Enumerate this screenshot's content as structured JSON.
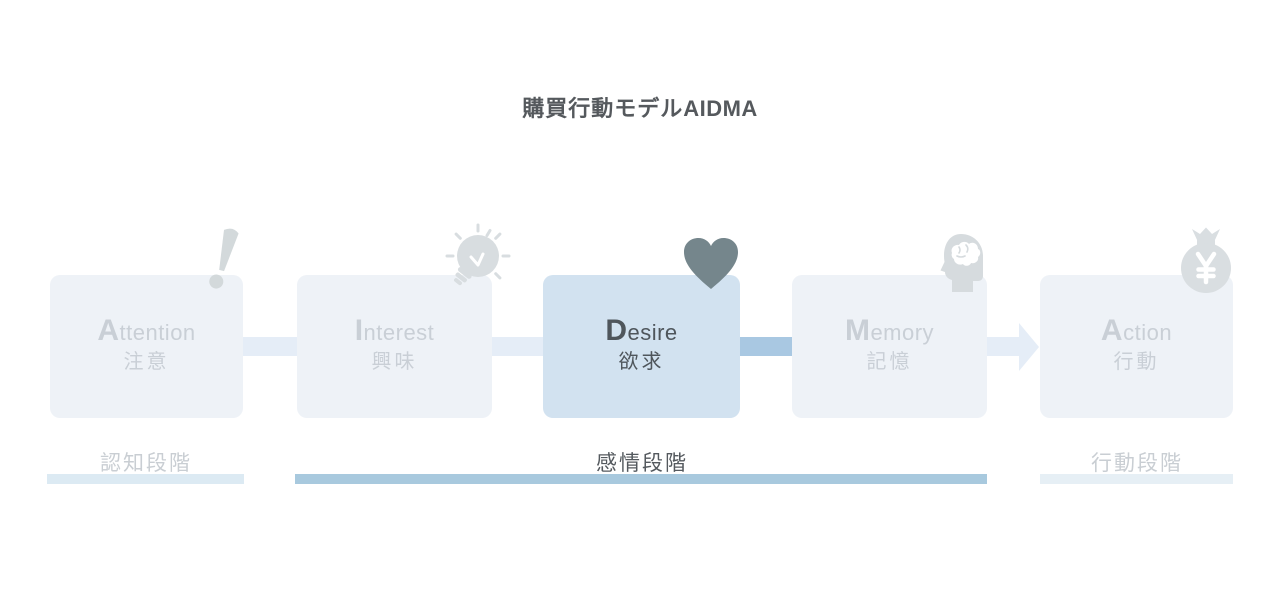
{
  "title": {
    "prefix": "購買行動モデル",
    "model": "AIDMA"
  },
  "stages": [
    {
      "id": "attention",
      "initial": "A",
      "rest": "ttention",
      "jp": "注意",
      "icon": "exclamation-icon",
      "active": false
    },
    {
      "id": "interest",
      "initial": "I",
      "rest": "nterest",
      "jp": "興味",
      "icon": "lightbulb-icon",
      "active": false
    },
    {
      "id": "desire",
      "initial": "D",
      "rest": "esire",
      "jp": "欲求",
      "icon": "heart-icon",
      "active": true
    },
    {
      "id": "memory",
      "initial": "M",
      "rest": "emory",
      "jp": "記憶",
      "icon": "head-brain-icon",
      "active": false
    },
    {
      "id": "action",
      "initial": "A",
      "rest": "ction",
      "jp": "行動",
      "icon": "money-bag-icon",
      "active": false
    }
  ],
  "phases": [
    {
      "label": "認知段階",
      "active": false
    },
    {
      "label": "感情段階",
      "active": true
    },
    {
      "label": "行動段階",
      "active": false
    }
  ],
  "icons": {
    "money_bag_symbol": "¥"
  },
  "colors": {
    "active_box_bg": "#d2e2f0",
    "faded_box_bg": "#eef2f7",
    "active_text": "#4f565c",
    "faded_text": "#c9cfd6",
    "active_connector": "#a9c8e2",
    "faded_connector": "#e5edf7",
    "heart_icon": "#75868c",
    "faded_icon": "#d6dbde",
    "phase_bar_cognition": "#dceaf3",
    "phase_bar_emotion": "#a8c9de",
    "phase_bar_action": "#e6eff5",
    "title_text": "#55595d"
  }
}
